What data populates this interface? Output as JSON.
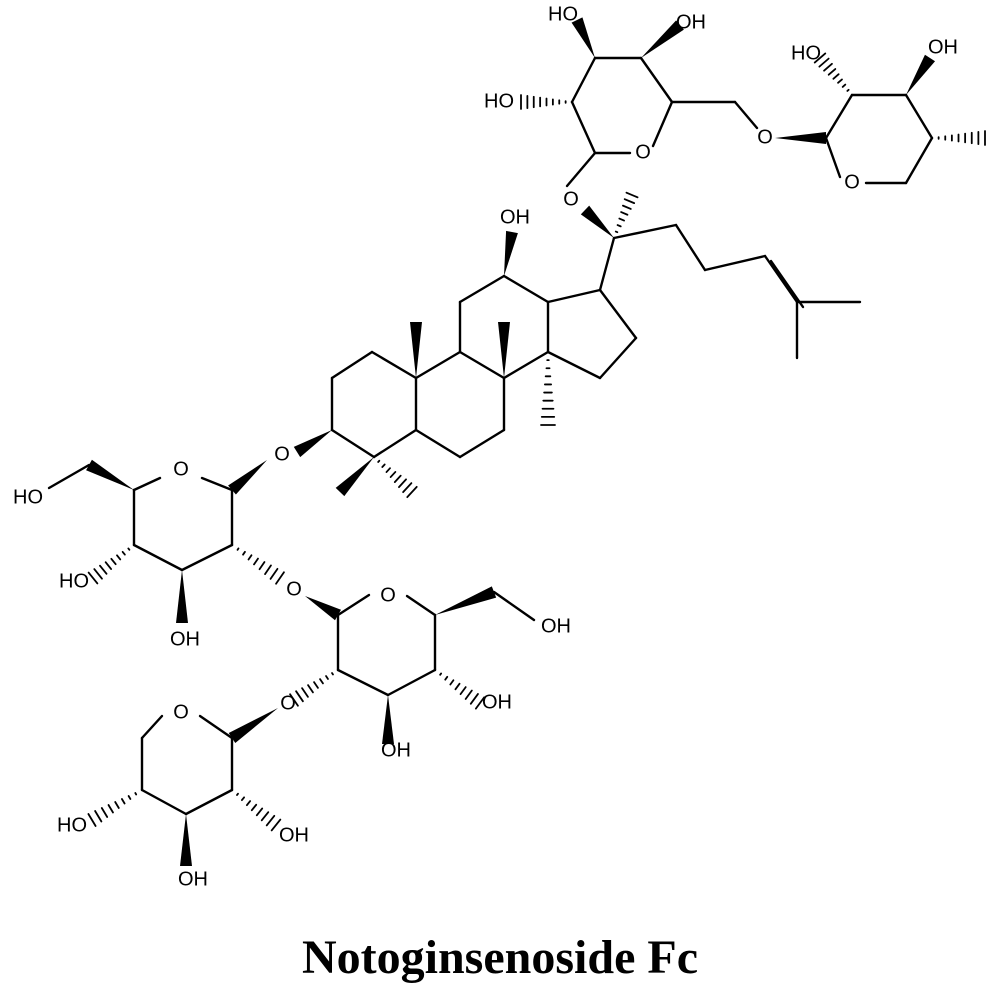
{
  "compound_name": "Notoginsenoside Fc",
  "atom_labels": {
    "oh": "OH",
    "ho": "HO",
    "o": "O"
  }
}
